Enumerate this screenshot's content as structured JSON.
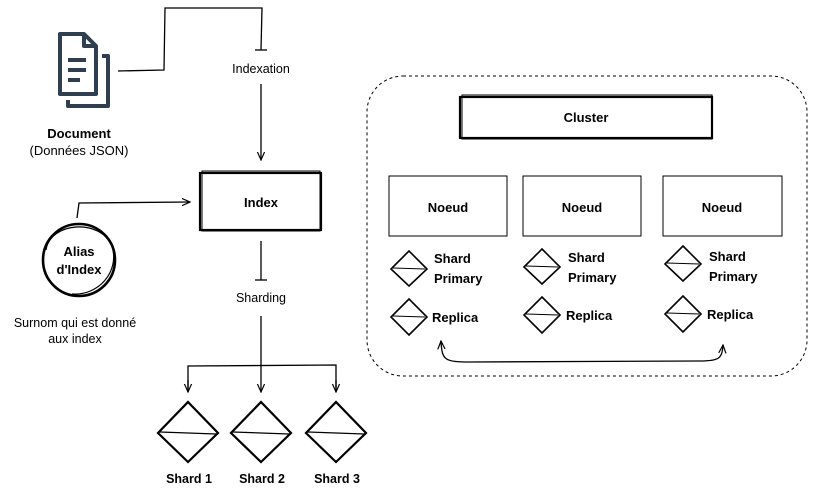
{
  "document": {
    "title": "Document",
    "subtitle": "(Données JSON)"
  },
  "flow": {
    "indexation": "Indexation",
    "sharding": "Sharding"
  },
  "index": {
    "label": "Index"
  },
  "alias": {
    "line1": "Alias",
    "line2": "d'Index",
    "caption_line1": "Surnom qui est donné",
    "caption_line2": "aux index"
  },
  "shards": [
    "Shard 1",
    "Shard 2",
    "Shard 3"
  ],
  "cluster": {
    "title": "Cluster",
    "nodes": [
      {
        "label": "Noeud",
        "primary_line1": "Shard",
        "primary_line2": "Primary",
        "replica": "Replica"
      },
      {
        "label": "Noeud",
        "primary_line1": "Shard",
        "primary_line2": "Primary",
        "replica": "Replica"
      },
      {
        "label": "Noeud",
        "primary_line1": "Shard",
        "primary_line2": "Primary",
        "replica": "Replica"
      }
    ]
  },
  "icons": {
    "document": "document-icon",
    "shard": "diamond-icon"
  }
}
